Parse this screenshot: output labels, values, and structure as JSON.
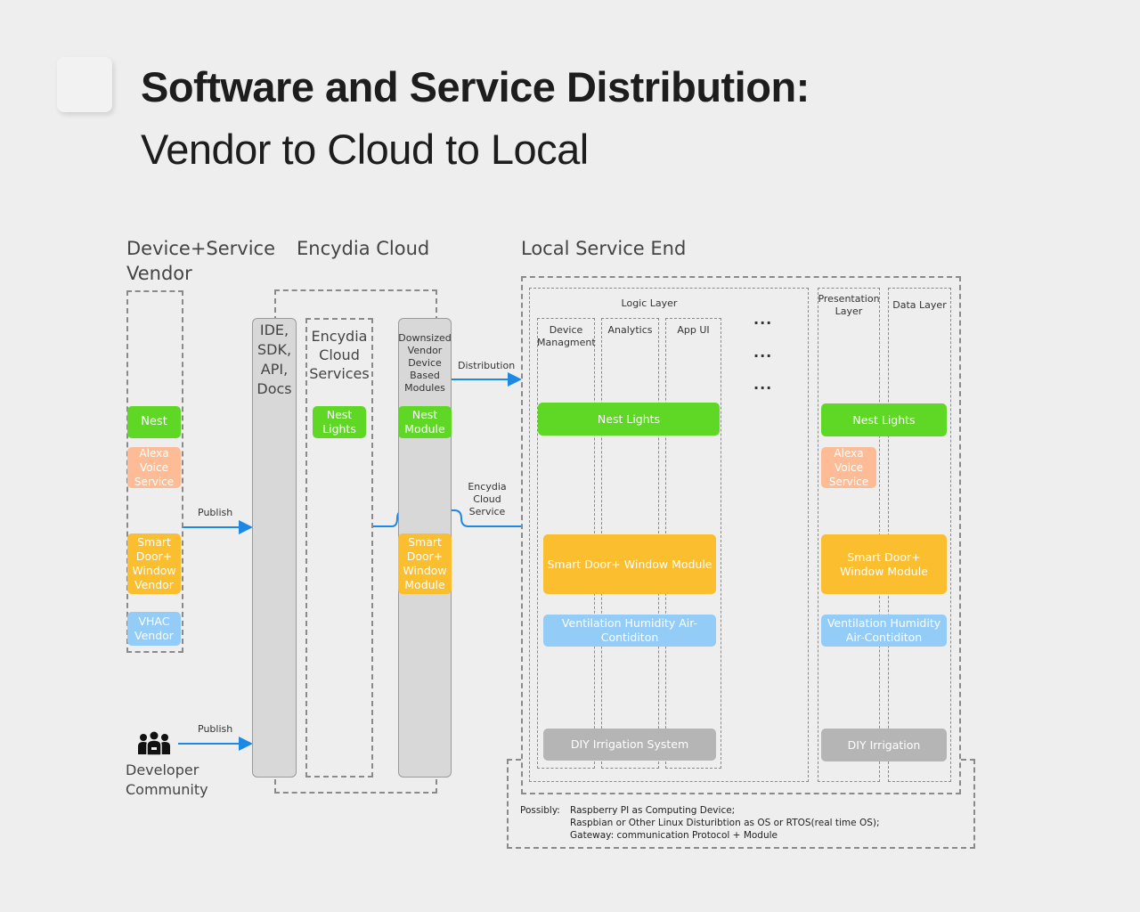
{
  "title": {
    "line1": "Software and Service Distribution:",
    "line2": "Vendor to Cloud to Local"
  },
  "columns": {
    "vendor": "Device+Service Vendor",
    "cloud": "Encydia Cloud",
    "local": "Local Service End"
  },
  "vendor_boxes": {
    "nest": "Nest",
    "alexa": "Alexa Voice Service",
    "smart_door": "Smart Door+ Window Vendor",
    "vhac": "VHAC Vendor"
  },
  "arrows": {
    "publish_top": "Publish",
    "publish_bottom": "Publish",
    "distribution": "Distribution",
    "encydia_cloud_service": "Encydia Cloud Service"
  },
  "developer": {
    "label": "Developer Community",
    "icon": "people-group-icon"
  },
  "cloud": {
    "ide": "IDE, SDK, API, Docs",
    "services_title": "Encydia Cloud Services",
    "nest_lights": "Nest Lights",
    "downsized_title": "Downsized Vendor Device Based Modules",
    "nest_module": "Nest Module",
    "smart_door_module": "Smart Door+ Window Module"
  },
  "local": {
    "logic_layer": "Logic Layer",
    "device_management": "Device Managment",
    "analytics": "Analytics",
    "app_ui": "App UI",
    "ellipsis": "...",
    "presentation_layer": "Presentation Layer",
    "data_layer": "Data Layer",
    "logic_nest_lights": "Nest Lights",
    "logic_smart_door": "Smart Door+ Window Module",
    "logic_ventilation": "Ventilation Humidity Air-Contiditon",
    "logic_diy": "DIY Irrigation System",
    "pres_nest_lights": "Nest Lights",
    "pres_alexa": "Alexa Voice Service",
    "pres_smart_door": "Smart Door+ Window Module",
    "pres_ventilation": "Ventilation Humidity Air-Contiditon",
    "pres_diy": "DIY Irrigation"
  },
  "notes": {
    "prefix": "Possibly:",
    "line1": "Raspberry PI as Computing Device;",
    "line2": "Raspbian or Other Linux Disturibtion as OS or RTOS(real time OS);",
    "line3": "Gateway: communication Protocol + Module"
  },
  "colors": {
    "green": "#5fd825",
    "salmon": "#fdbc96",
    "orange": "#fabe2e",
    "blue": "#93ccf7",
    "gray": "#b5b5b5",
    "arrow": "#1e88e5"
  }
}
